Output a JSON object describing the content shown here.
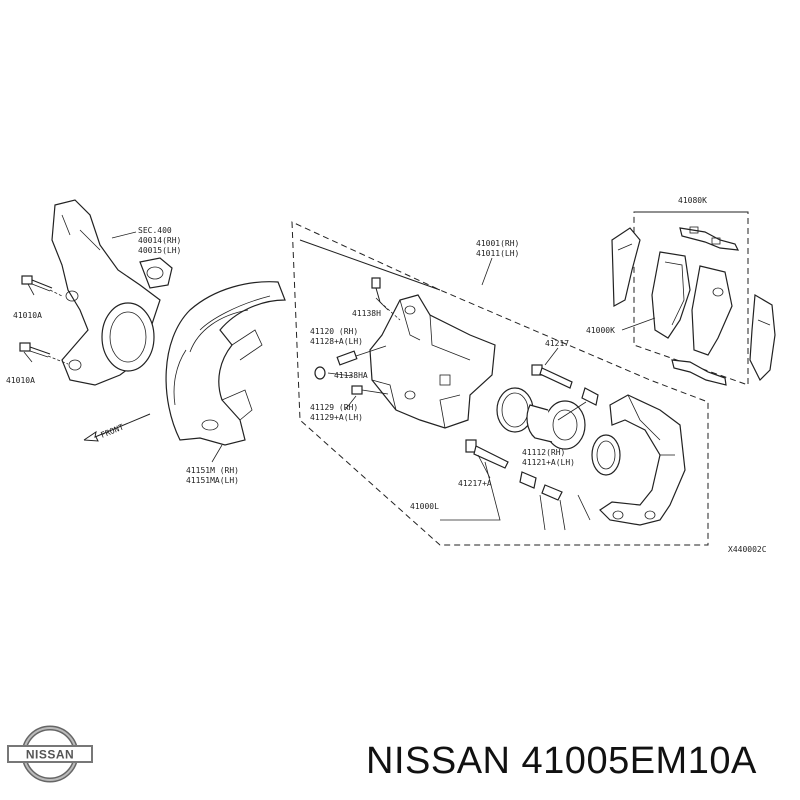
{
  "labels": {
    "sec_400": "SEC.400",
    "p40014_rh": "40014(RH)",
    "p40015_lh": "40015(LH)",
    "p41010a_top": "41010A",
    "p41010a_bottom": "41010A",
    "front": "FRONT",
    "p41151m": "41151M  (RH)",
    "p41151ma": "41151MA(LH)",
    "p41001": "41001(RH)",
    "p41011": "41011(LH)",
    "p41138h": "41138H",
    "p41120": "41120  (RH)",
    "p41128": "41128+A(LH)",
    "p41138ha": "41138HA",
    "p41129": "41129  (RH)",
    "p41129a": "41129+A(LH)",
    "p41217": "41217",
    "p41112": "41112(RH)",
    "p41121": "41121+A(LH)",
    "p41217a": "41217+A",
    "p41000l": "41000L",
    "p41080k": "41080K",
    "p41000k": "41000K",
    "diagram_code": "X440002C"
  },
  "logo_text": "NISSAN",
  "caption": "NISSAN 41005EM10A"
}
